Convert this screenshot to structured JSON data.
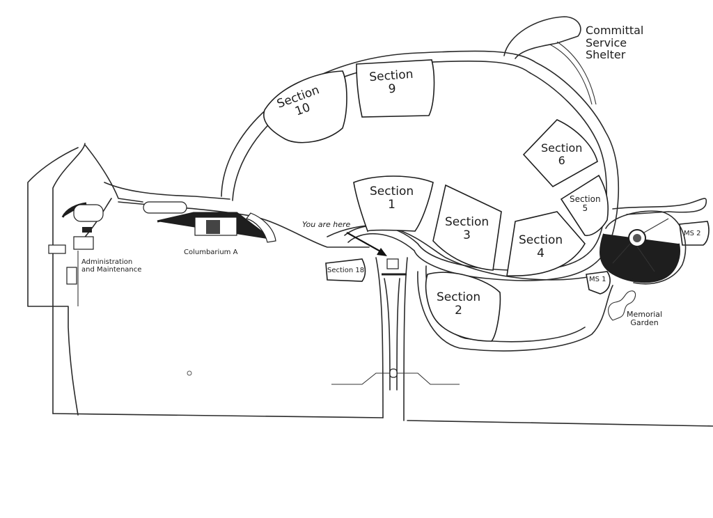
{
  "sections": {
    "s1": {
      "line1": "Section",
      "line2": "1"
    },
    "s2": {
      "line1": "Section",
      "line2": "2"
    },
    "s3": {
      "line1": "Section",
      "line2": "3"
    },
    "s4": {
      "line1": "Section",
      "line2": "4"
    },
    "s5": {
      "line1": "Section",
      "line2": "5"
    },
    "s6": {
      "line1": "Section",
      "line2": "6"
    },
    "s9": {
      "line1": "Section",
      "line2": "9"
    },
    "s10": {
      "line1": "Section",
      "line2": "10"
    },
    "s18": {
      "line1": "Section 18"
    }
  },
  "labels": {
    "committal": {
      "line1": "Committal",
      "line2": "Service",
      "line3": "Shelter"
    },
    "admin": {
      "line1": "Administration",
      "line2": "and Maintenance"
    },
    "columbarium": "Columbarium A",
    "you_are_here": "You are here",
    "memorial": {
      "line1": "Memorial",
      "line2": "Garden"
    },
    "ms1": "MS 1",
    "ms2": "MS 2"
  }
}
